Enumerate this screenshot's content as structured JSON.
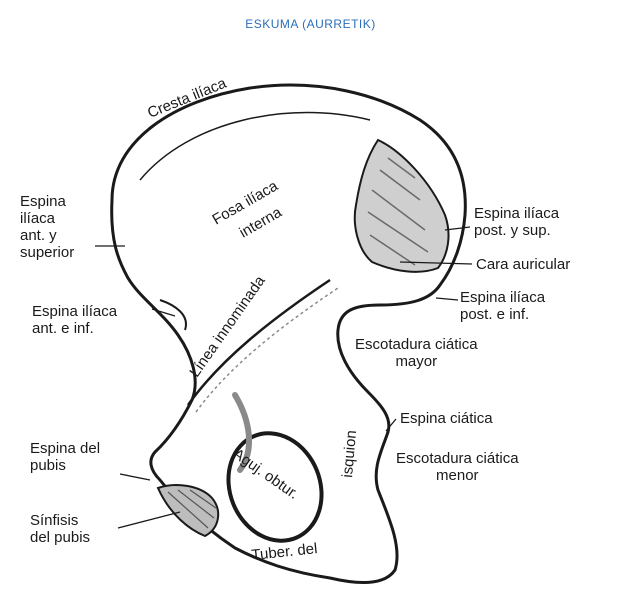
{
  "title": "ESKUMA (AURRETIK)",
  "labels": {
    "cresta_iliaca": "Cresta ilíaca",
    "fosa_iliaca_1": "Fosa ilíaca",
    "fosa_iliaca_2": "interna",
    "espina_ant_sup": "Espina\nilíaca\nant. y\nsuperior",
    "espina_ant_inf": "Espina ilíaca\nant. e inf.",
    "linea_innominada": "Línea innominada",
    "espina_post_sup": "Espina ilíaca\npost. y sup.",
    "cara_auricular": "Cara auricular",
    "espina_post_inf": "Espina ilíaca\npost. e inf.",
    "escotadura_mayor": "Escotadura ciática\nmayor",
    "espina_ciatica": "Espina ciática",
    "escotadura_menor": "Escotadura ciática\nmenor",
    "espina_pubis": "Espina del\npubis",
    "sinfisis_pubis": "Sínfisis\ndel pubis",
    "aguj_obtur": "Aguj. obtur.",
    "tuber_isquion_a": "Tuber. del",
    "tuber_isquion_b": "isquion"
  },
  "colors": {
    "ink": "#1a1a1a",
    "title": "#2a6fb8",
    "shade": "#8a8a8a"
  }
}
